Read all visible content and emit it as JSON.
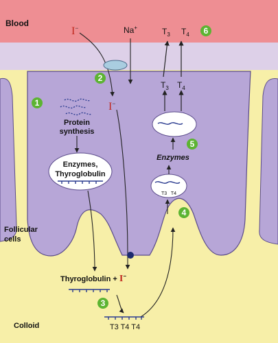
{
  "regions": {
    "blood": "Blood",
    "follicular_cells": [
      "Follicular",
      "cells"
    ],
    "colloid": "Colloid"
  },
  "steps": [
    "1",
    "2",
    "3",
    "4",
    "5",
    "6"
  ],
  "ions": {
    "iodide": "I",
    "iodide_charge": "−",
    "sodium": "Na",
    "sodium_charge": "+"
  },
  "hormones": {
    "t3": "T",
    "t3_sub": "3",
    "t4": "T",
    "t4_sub": "4"
  },
  "labels": {
    "protein_synthesis": [
      "Protein",
      "synthesis"
    ],
    "enzymes_thyroglobulin": [
      "Enzymes,",
      "Thyroglobulin"
    ],
    "enzymes": "Enzymes",
    "thyroglobulin_plus": "Thyroglobulin + ",
    "colloid_product": "T3 T4 T4",
    "vesicle_product": "T3   T4"
  },
  "colors": {
    "blood": "#ee8e93",
    "blood_band": "#ddd0e8",
    "cell": "#b7a6d7",
    "cell_stroke": "#5a4b8a",
    "colloid": "#f7efa8",
    "step_badge": "#5cb432",
    "iodide": "#c0281e",
    "channel": "#a9cde0",
    "pump": "#1c2a6e",
    "protein_strand": "#2a3b8f"
  }
}
